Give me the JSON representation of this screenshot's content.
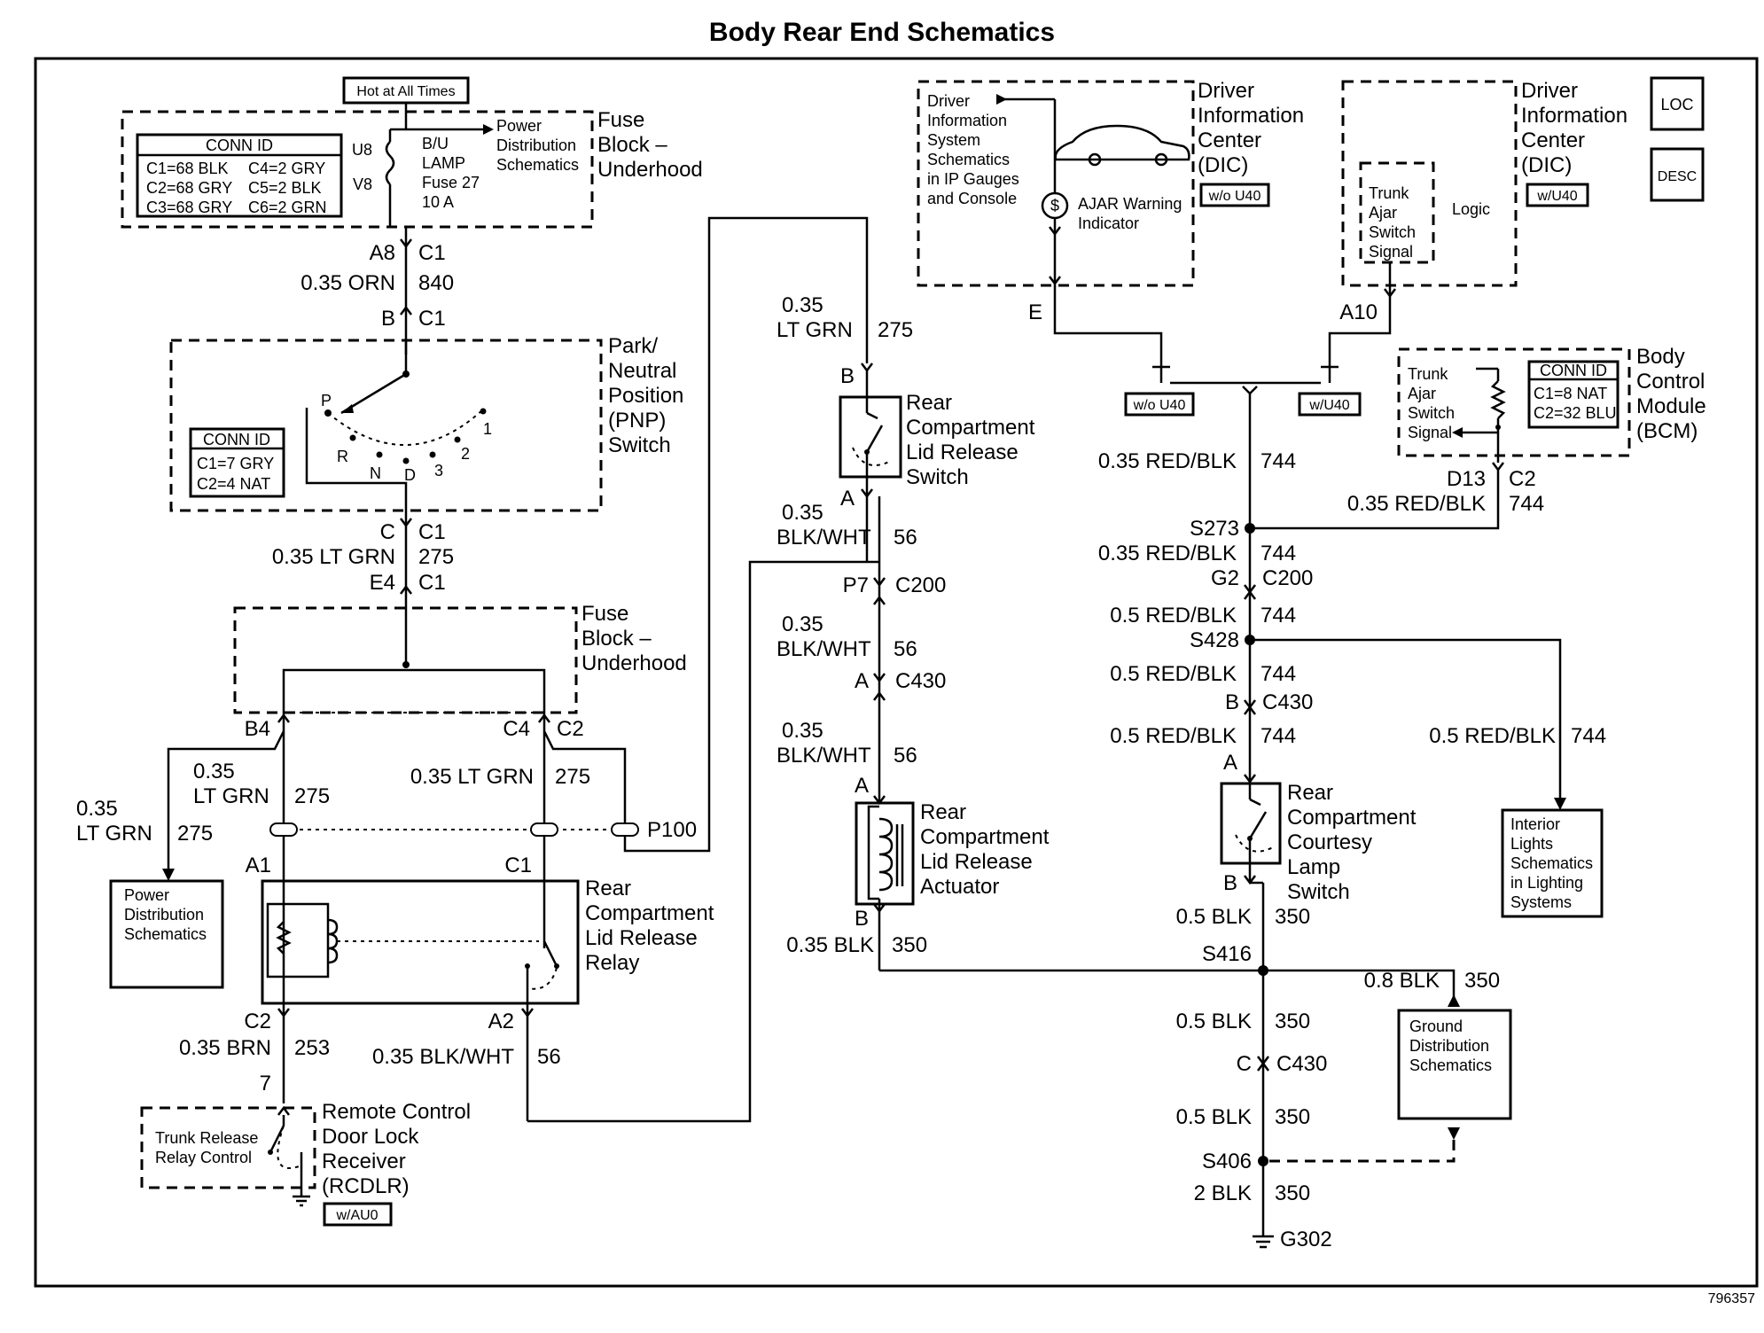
{
  "title": "Body Rear End Schematics",
  "figure_number": "796357",
  "badges": {
    "hot": "Hot at All Times",
    "loc": "LOC",
    "desc": "DESC",
    "wo_u40": "w/o U40",
    "w_u40": "w/U40",
    "w_au0": "w/AU0"
  },
  "fuse_block_top": {
    "label": [
      "Fuse",
      "Block –",
      "Underhood"
    ],
    "conn_title": "CONN ID",
    "conn_rows": [
      [
        "C1=68 BLK",
        "C4=2 GRY"
      ],
      [
        "C2=68 GRY",
        "C5=2 BLK"
      ],
      [
        "C3=68 GRY",
        "C6=2 GRN"
      ]
    ],
    "u8": "U8",
    "v8": "V8",
    "fuse": [
      "B/U",
      "LAMP",
      "Fuse 27",
      "10 A"
    ],
    "power": [
      "Power",
      "Distribution",
      "Schematics"
    ]
  },
  "pnp": {
    "label": [
      "Park/",
      "Neutral",
      "Position",
      "(PNP)",
      "Switch"
    ],
    "conn_title": "CONN ID",
    "conn_rows": [
      "C1=7 GRY",
      "C2=4 NAT"
    ],
    "positions": [
      "P",
      "R",
      "N",
      "D",
      "3",
      "2",
      "1"
    ]
  },
  "fuse_block_mid": {
    "label": [
      "Fuse",
      "Block –",
      "Underhood"
    ]
  },
  "relay": {
    "label": [
      "Rear",
      "Compartment",
      "Lid Release",
      "Relay"
    ]
  },
  "power_dist": [
    "Power",
    "Distribution",
    "Schematics"
  ],
  "rcdlr": {
    "label": [
      "Remote Control",
      "Door Lock",
      "Receiver",
      "(RCDLR)"
    ],
    "inner": [
      "Trunk Release",
      "Relay Control"
    ]
  },
  "switch": {
    "label": [
      "Rear",
      "Compartment",
      "Lid Release",
      "Switch"
    ]
  },
  "actuator": {
    "label": [
      "Rear",
      "Compartment",
      "Lid Release",
      "Actuator"
    ]
  },
  "dic1": {
    "label": [
      "Driver",
      "Information",
      "Center",
      "(DIC)"
    ],
    "inner": [
      "Driver",
      "Information",
      "System",
      "Schematics",
      "in IP Gauges",
      "and Console"
    ],
    "ajar": [
      "AJAR Warning",
      "Indicator"
    ]
  },
  "dic2": {
    "label": [
      "Driver",
      "Information",
      "Center",
      "(DIC)"
    ],
    "inner": [
      "Trunk",
      "Ajar",
      "Switch",
      "Signal"
    ],
    "logic": "Logic"
  },
  "bcm": {
    "label": [
      "Body",
      "Control",
      "Module",
      "(BCM)"
    ],
    "inner": [
      "Trunk",
      "Ajar",
      "Switch",
      "Signal"
    ],
    "conn_title": "CONN ID",
    "conn_rows": [
      "C1=8 NAT",
      "C2=32 BLU"
    ]
  },
  "courtesy": {
    "label": [
      "Rear",
      "Compartment",
      "Courtesy",
      "Lamp",
      "Switch"
    ]
  },
  "interior": [
    "Interior",
    "Lights",
    "Schematics",
    "in Lighting",
    "Systems"
  ],
  "ground_dist": [
    "Ground",
    "Distribution",
    "Schematics"
  ],
  "labels": {
    "a8": "A8",
    "c1a": "C1",
    "w_orn": "0.35 ORN",
    "c840": "840",
    "b1": "B",
    "c1b": "C1",
    "c_pin": "C",
    "c1c": "C1",
    "w_ltgrn1": "0.35 LT GRN",
    "c275a": "275",
    "e4": "E4",
    "c1d": "C1",
    "b4": "B4",
    "c4": "C4",
    "c2a": "C2",
    "w035a": "0.35",
    "w_ltgrn2": "LT GRN",
    "c275b": "275",
    "w035b": "0.35",
    "w_ltgrn3": "LT GRN",
    "c275c": "275",
    "w_ltgrn4": "0.35 LT GRN",
    "c275d": "275",
    "p100": "P100",
    "a1": "A1",
    "c1e": "C1",
    "c2b": "C2",
    "w_brn": "0.35 BRN",
    "c253": "253",
    "pin7": "7",
    "a2": "A2",
    "w_blkwht1": "0.35 BLK/WHT",
    "c56a": "56",
    "w035c": "0.35",
    "w_ltgrn5": "LT GRN",
    "c275e": "275",
    "b_sw": "B",
    "a_sw": "A",
    "w035d": "0.35",
    "w_blkwht2": "BLK/WHT",
    "c56b": "56",
    "p7": "P7",
    "c200a": "C200",
    "w035e": "0.35",
    "w_blkwht3": "BLK/WHT",
    "c56c": "56",
    "a_c430": "A",
    "c430a": "C430",
    "w035f": "0.35",
    "w_blkwht4": "BLK/WHT",
    "c56d": "56",
    "a_act": "A",
    "b_act": "B",
    "w_blk1": "0.35 BLK",
    "c350a": "350",
    "e_pin": "E",
    "a10": "A10",
    "w_redblk1": "0.35 RED/BLK",
    "c744a": "744",
    "d13": "D13",
    "c2c": "C2",
    "w_redblk2": "0.35 RED/BLK",
    "c744b": "744",
    "s273": "S273",
    "w_redblk3": "0.35 RED/BLK",
    "c744c": "744",
    "g2": "G2",
    "c200b": "C200",
    "w_redblk4": "0.5 RED/BLK",
    "c744d": "744",
    "s428": "S428",
    "w_redblk5": "0.5 RED/BLK",
    "c744e": "744",
    "b_c430": "B",
    "c430b": "C430",
    "w_redblk6": "0.5 RED/BLK",
    "c744f": "744",
    "w_redblk7": "0.5 RED/BLK",
    "c744g": "744",
    "a_ct": "A",
    "b_ct": "B",
    "w_blk2": "0.5 BLK",
    "c350b": "350",
    "s416": "S416",
    "w_blk3": "0.8 BLK",
    "c350c": "350",
    "w_blk4": "0.5 BLK",
    "c350d": "350",
    "c_c430": "C",
    "c430c": "C430",
    "w_blk5": "0.5 BLK",
    "c350e": "350",
    "s406": "S406",
    "w_blk6": "2 BLK",
    "c350f": "350",
    "g302": "G302"
  }
}
